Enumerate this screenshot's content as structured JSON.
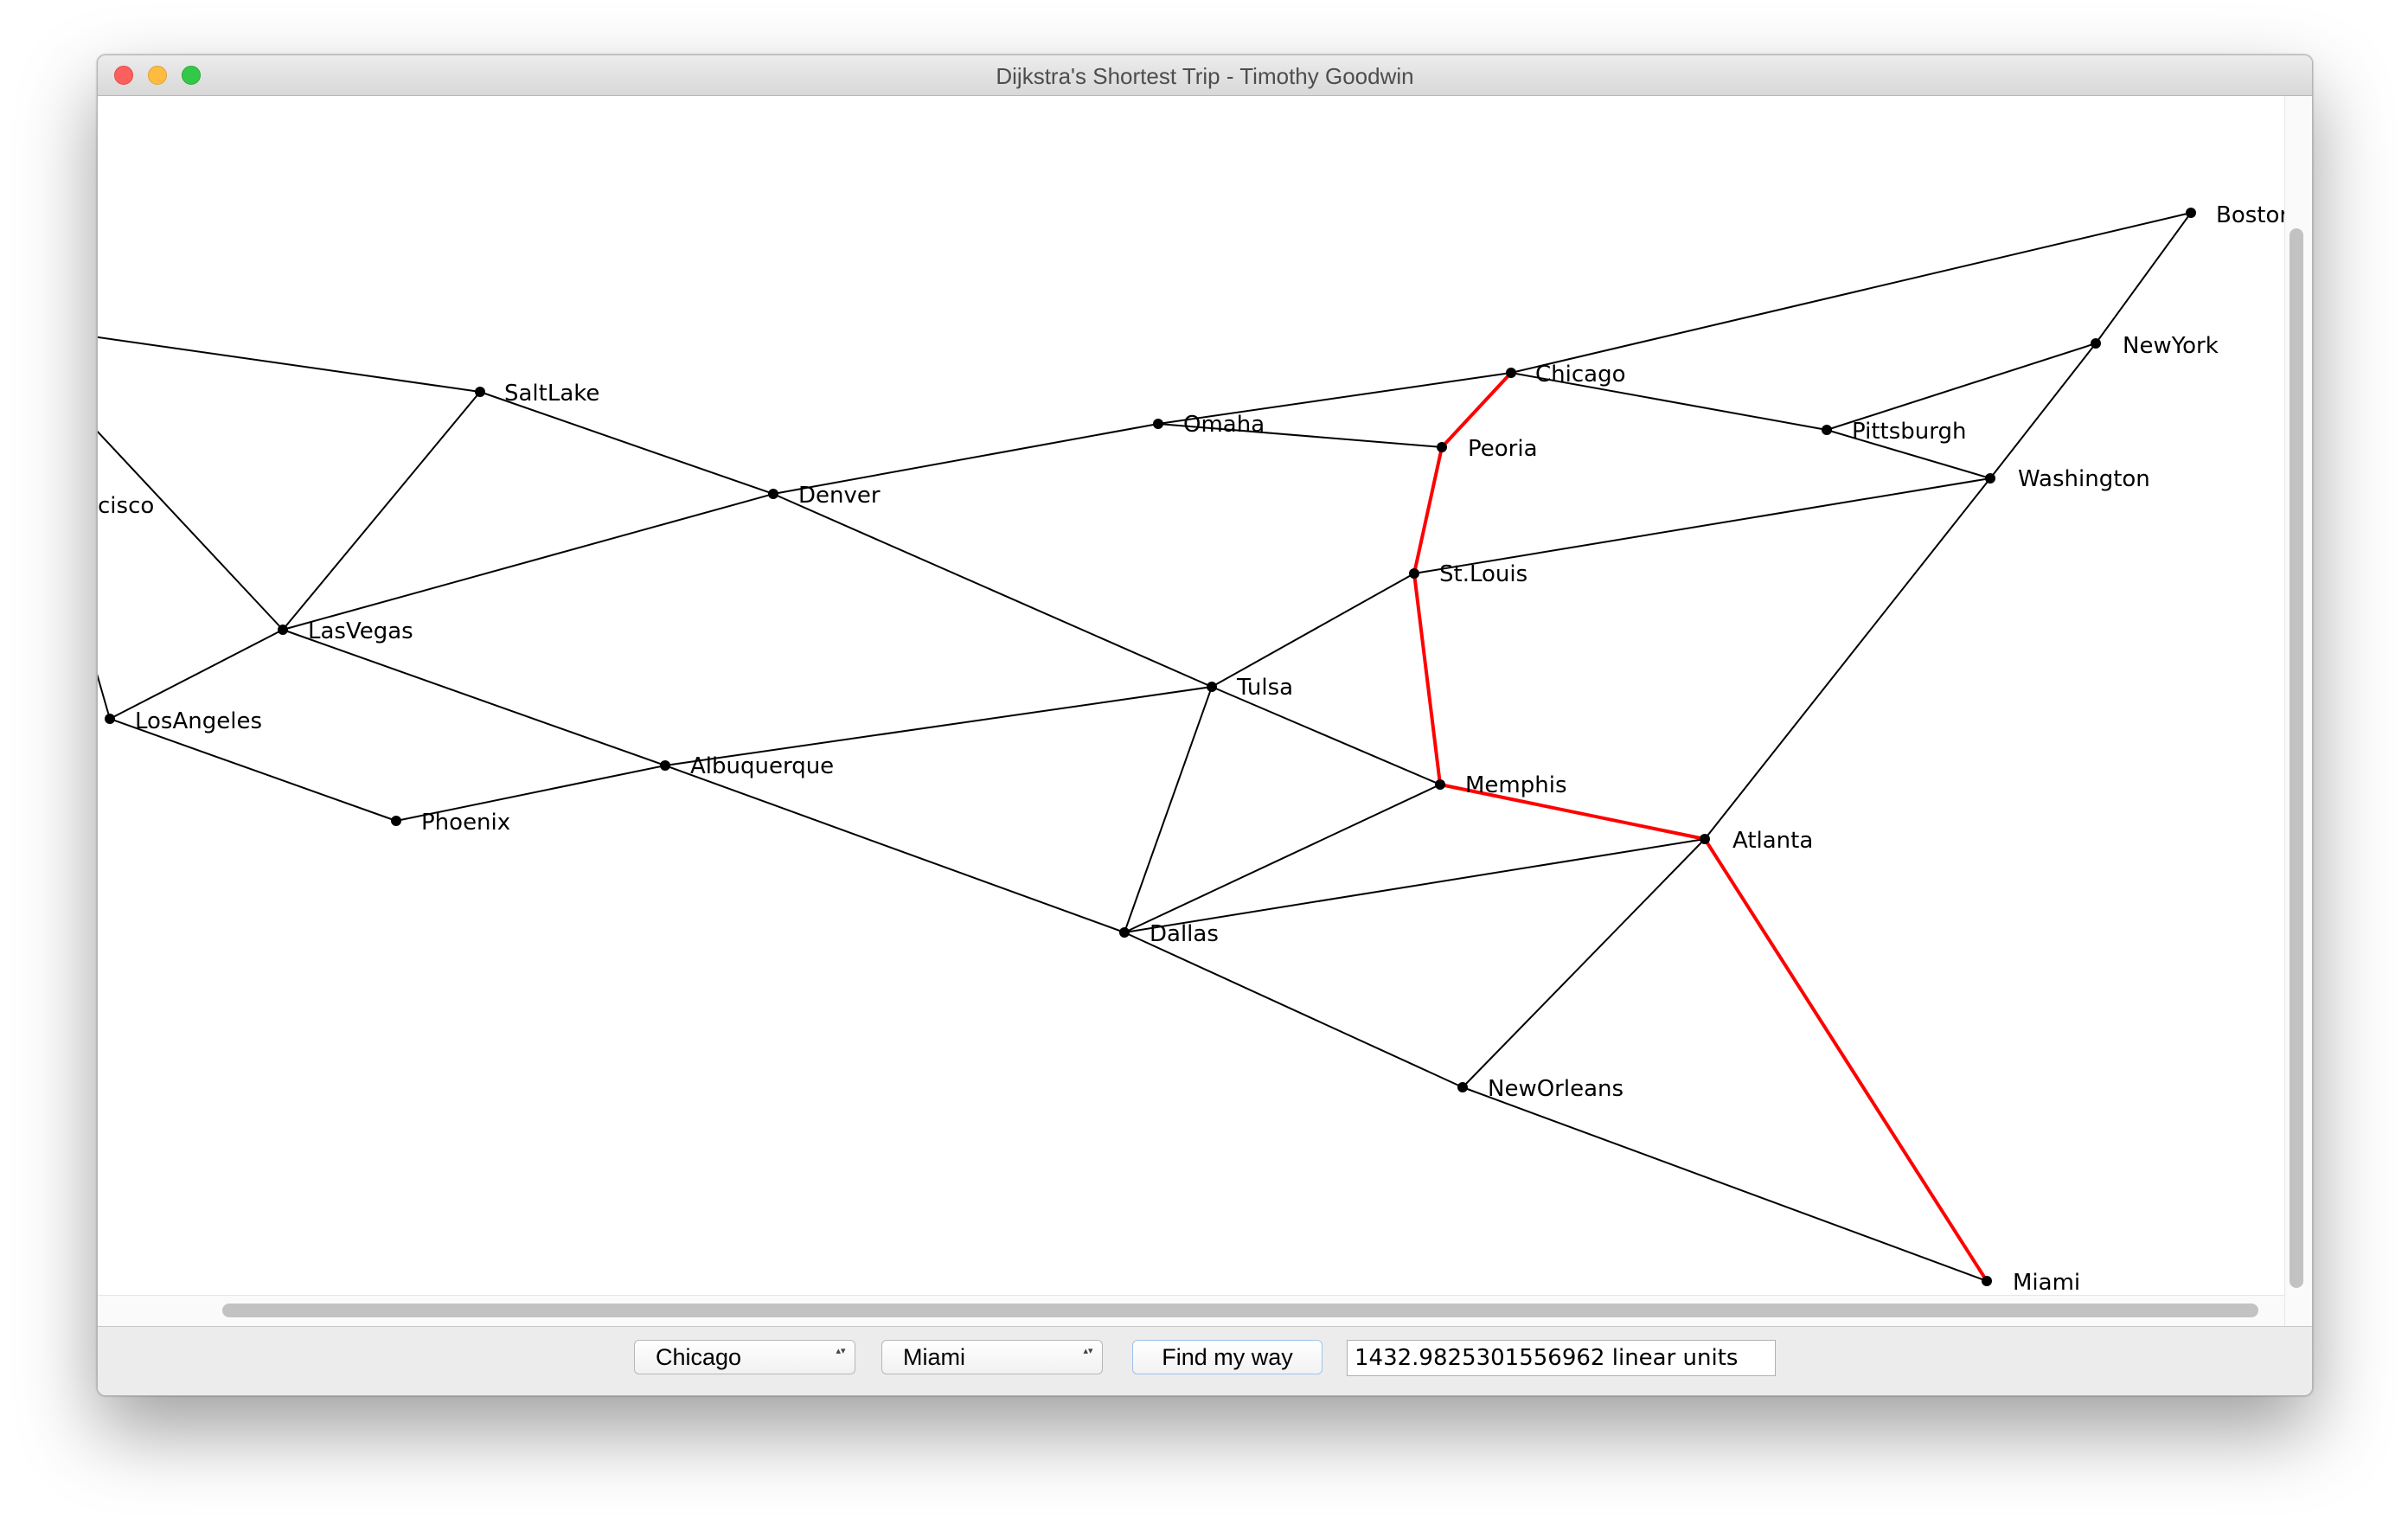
{
  "window": {
    "title": "Dijkstra's Shortest Trip - Timothy Goodwin"
  },
  "colors": {
    "edge": "#000000",
    "path": "#ff0000",
    "node": "#000000"
  },
  "graph": {
    "nodes": [
      {
        "id": "SanFrancisco",
        "label": "cisco"
      },
      {
        "id": "SaltLake",
        "label": "SaltLake"
      },
      {
        "id": "LasVegas",
        "label": "LasVegas"
      },
      {
        "id": "LosAngeles",
        "label": "LosAngeles"
      },
      {
        "id": "Phoenix",
        "label": "Phoenix"
      },
      {
        "id": "Albuquerque",
        "label": "Albuquerque"
      },
      {
        "id": "Denver",
        "label": "Denver"
      },
      {
        "id": "Omaha",
        "label": "Omaha"
      },
      {
        "id": "Tulsa",
        "label": "Tulsa"
      },
      {
        "id": "Dallas",
        "label": "Dallas"
      },
      {
        "id": "Chicago",
        "label": "Chicago"
      },
      {
        "id": "Peoria",
        "label": "Peoria"
      },
      {
        "id": "StLouis",
        "label": "St.Louis"
      },
      {
        "id": "Memphis",
        "label": "Memphis"
      },
      {
        "id": "Atlanta",
        "label": "Atlanta"
      },
      {
        "id": "NewOrleans",
        "label": "NewOrleans"
      },
      {
        "id": "Miami",
        "label": "Miami"
      },
      {
        "id": "Pittsburgh",
        "label": "Pittsburgh"
      },
      {
        "id": "Washington",
        "label": "Washington"
      },
      {
        "id": "NewYork",
        "label": "NewYork"
      },
      {
        "id": "Boston",
        "label": "Bostor"
      }
    ],
    "edges": [
      [
        "SanFrancisco",
        "SaltLake"
      ],
      [
        "SanFrancisco",
        "LasVegas"
      ],
      [
        "SanFrancisco",
        "LosAngeles"
      ],
      [
        "SaltLake",
        "LasVegas"
      ],
      [
        "SaltLake",
        "Denver"
      ],
      [
        "LasVegas",
        "Denver"
      ],
      [
        "LasVegas",
        "LosAngeles"
      ],
      [
        "LasVegas",
        "Albuquerque"
      ],
      [
        "LosAngeles",
        "Phoenix"
      ],
      [
        "Phoenix",
        "Albuquerque"
      ],
      [
        "Albuquerque",
        "Tulsa"
      ],
      [
        "Albuquerque",
        "Dallas"
      ],
      [
        "Denver",
        "Omaha"
      ],
      [
        "Denver",
        "Tulsa"
      ],
      [
        "Omaha",
        "Chicago"
      ],
      [
        "Omaha",
        "Peoria"
      ],
      [
        "Tulsa",
        "StLouis"
      ],
      [
        "Tulsa",
        "Memphis"
      ],
      [
        "Tulsa",
        "Dallas"
      ],
      [
        "Dallas",
        "Memphis"
      ],
      [
        "Dallas",
        "Atlanta"
      ],
      [
        "Dallas",
        "NewOrleans"
      ],
      [
        "Chicago",
        "Boston"
      ],
      [
        "Chicago",
        "Pittsburgh"
      ],
      [
        "Chicago",
        "Peoria"
      ],
      [
        "Peoria",
        "StLouis"
      ],
      [
        "StLouis",
        "Memphis"
      ],
      [
        "StLouis",
        "Washington"
      ],
      [
        "Memphis",
        "Atlanta"
      ],
      [
        "Atlanta",
        "Washington"
      ],
      [
        "Atlanta",
        "NewOrleans"
      ],
      [
        "Atlanta",
        "Miami"
      ],
      [
        "NewOrleans",
        "Miami"
      ],
      [
        "Pittsburgh",
        "NewYork"
      ],
      [
        "Pittsburgh",
        "Washington"
      ],
      [
        "Washington",
        "NewYork"
      ],
      [
        "NewYork",
        "Boston"
      ]
    ],
    "shortest_path": [
      "Chicago",
      "Peoria",
      "StLouis",
      "Memphis",
      "Atlanta",
      "Miami"
    ]
  },
  "controls": {
    "from_city": "Chicago",
    "to_city": "Miami",
    "find_button": "Find my way",
    "result": "1432.9825301556962 linear units",
    "combo_arrows": "▴▾"
  }
}
